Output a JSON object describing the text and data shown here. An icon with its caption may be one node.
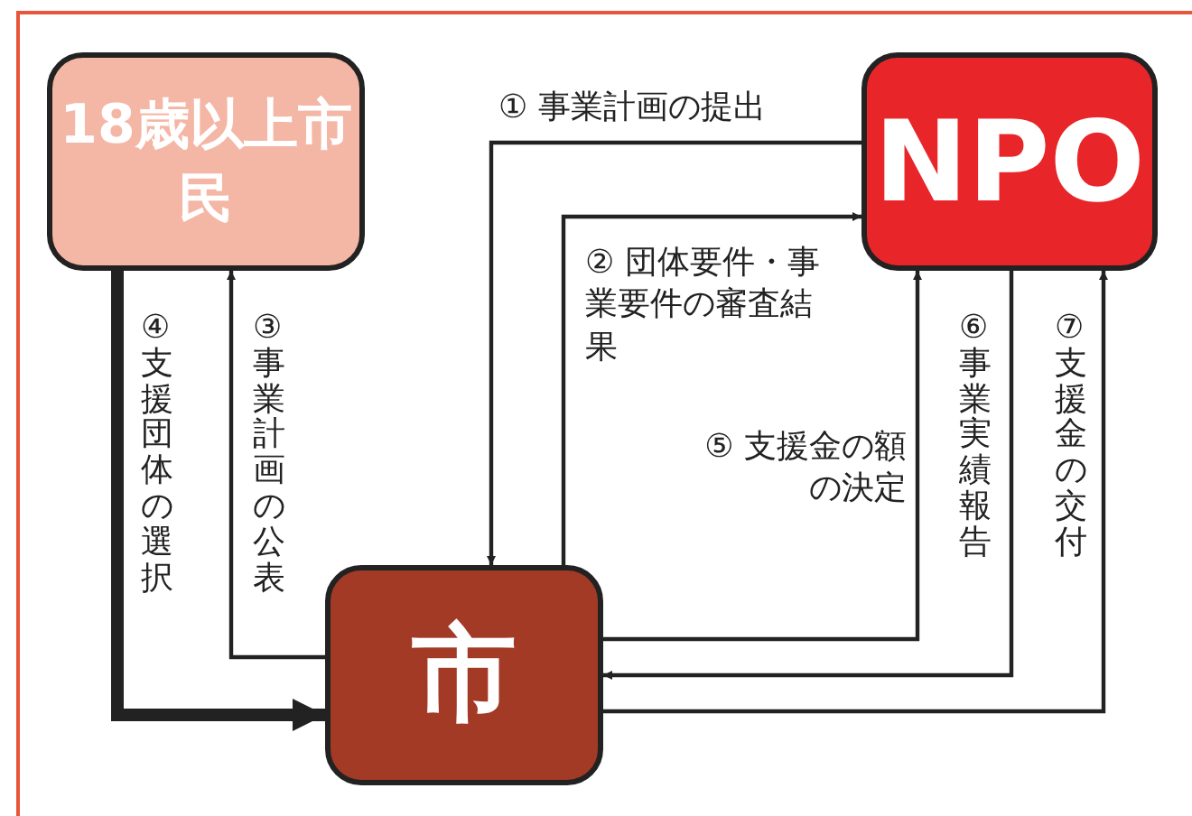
{
  "diagram": {
    "nodes": [
      {
        "text": [
          "18歳以上市民"
        ]
      },
      {
        "text": [
          "NPO"
        ]
      },
      {
        "text": [
          "市"
        ]
      }
    ],
    "edges": [
      {
        "from": 1,
        "to": 2,
        "arrow": "to",
        "label": "① 事業計画の提出"
      },
      {
        "from": 2,
        "to": 1,
        "arrow": "to",
        "label": "② 団体要件・事業要件の審査結果"
      },
      {
        "from": 2,
        "to": 0,
        "arrow": "to",
        "label": "③事業計画の公表"
      },
      {
        "from": 0,
        "to": 2,
        "arrow": "to",
        "label": "④支援団体の選択",
        "style": "thick"
      },
      {
        "from": 2,
        "to": 1,
        "arrow": "to",
        "label": "⑤ 支援金の額の決定"
      },
      {
        "from": 1,
        "to": 2,
        "arrow": "to",
        "label": "⑥事業実績報告"
      },
      {
        "from": 2,
        "to": 1,
        "arrow": "to",
        "label": "⑦支援金の交付"
      }
    ]
  }
}
